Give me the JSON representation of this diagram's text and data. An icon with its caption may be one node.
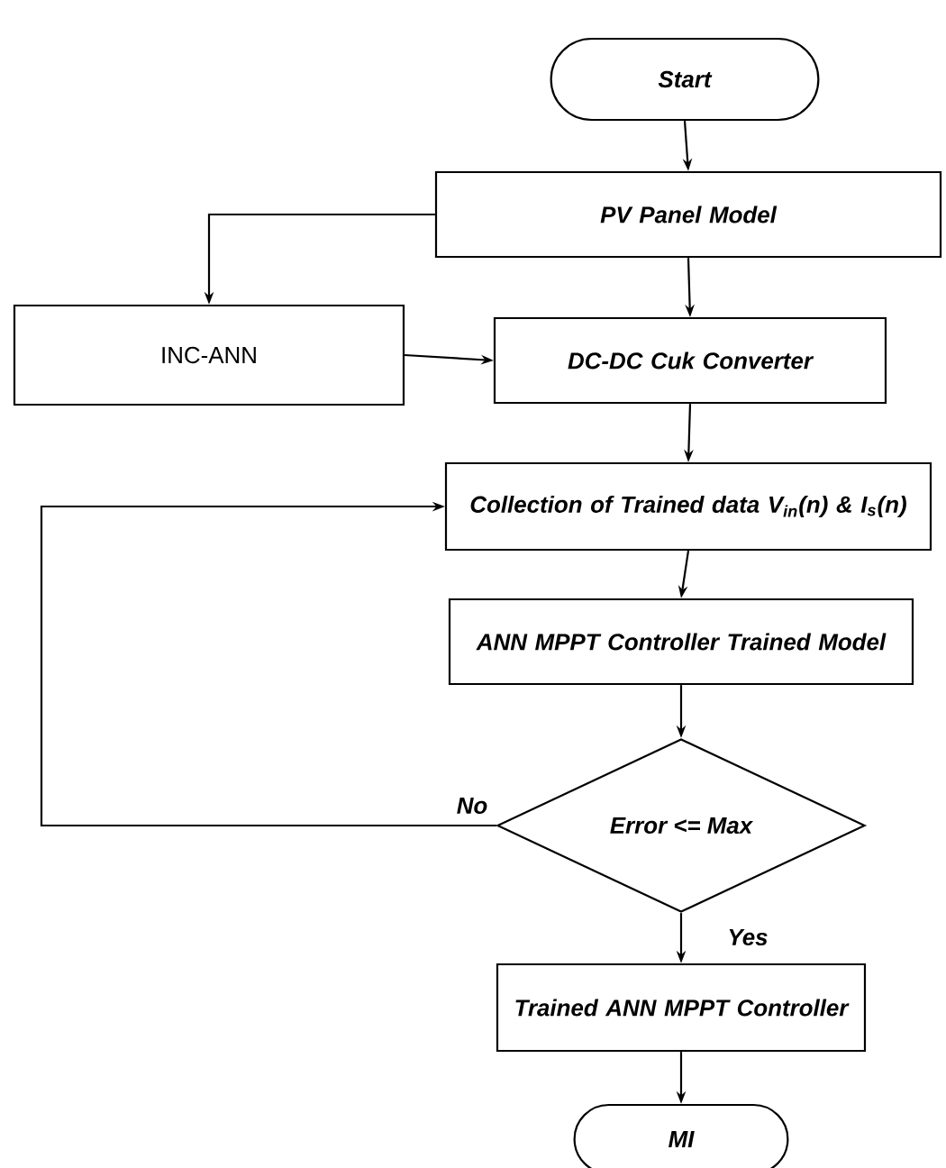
{
  "diagram": {
    "nodes": [
      {
        "text": [
          "Start"
        ]
      },
      {
        "text": [
          "PV Panel Model"
        ]
      },
      {
        "text": [
          "INC-ANN"
        ]
      },
      {
        "text": [
          "DC-DC Cuk Converter"
        ]
      },
      {
        "text": [
          "Collection of Trained data V$_{in}$(n) & I$_{s}$(n)"
        ]
      },
      {
        "text": [
          "ANN MPPT Controller Trained Model"
        ]
      },
      {
        "text": [
          "Error <= Max"
        ]
      },
      {
        "text": [
          "Trained ANN MPPT Controller"
        ]
      },
      {
        "text": [
          "MI"
        ]
      }
    ],
    "edges": [
      {
        "from": 0,
        "to": 1,
        "arrow": "to"
      },
      {
        "from": 1,
        "to": 2,
        "arrow": "to"
      },
      {
        "from": 1,
        "to": 3,
        "arrow": "to"
      },
      {
        "from": 2,
        "to": 3,
        "arrow": "to"
      },
      {
        "from": 3,
        "to": 4,
        "arrow": "to"
      },
      {
        "from": 4,
        "to": 5,
        "arrow": "to"
      },
      {
        "from": 5,
        "to": 6,
        "arrow": "to"
      },
      {
        "from": 6,
        "to": 4,
        "arrow": "to",
        "label": "No"
      },
      {
        "from": 6,
        "to": 7,
        "arrow": "to",
        "label": "Yes"
      },
      {
        "from": 7,
        "to": 8,
        "arrow": "to"
      }
    ]
  }
}
